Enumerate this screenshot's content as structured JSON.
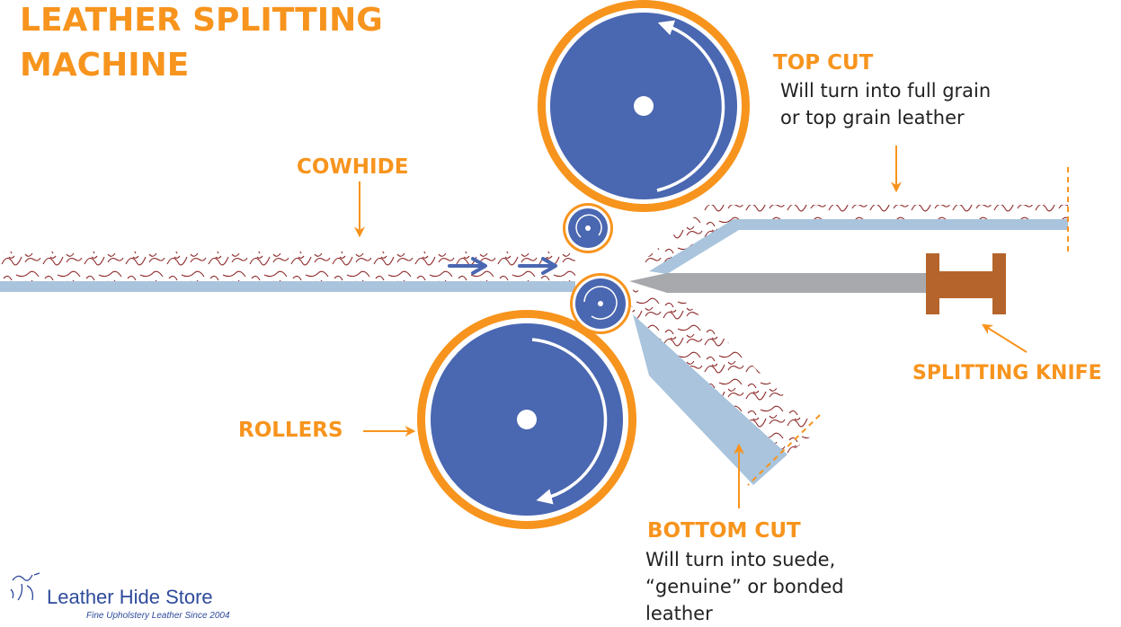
{
  "title": {
    "line1": "LEATHER SPLITTING",
    "line2": "MACHINE"
  },
  "labels": {
    "cowhide": "COWHIDE",
    "top_cut": "TOP CUT",
    "top_cut_desc_1": "Will turn into full grain",
    "top_cut_desc_2": "or top grain leather",
    "rollers": "ROLLERS",
    "splitting_knife": "SPLITTING KNIFE",
    "bottom_cut": "BOTTOM CUT",
    "bottom_cut_desc_1": "Will turn into suede,",
    "bottom_cut_desc_2": "“genuine” or bonded",
    "bottom_cut_desc_3": "leather"
  },
  "logo": {
    "name": "Leather Hide Store",
    "tagline": "Fine Upholstery Leather Since 2004"
  },
  "colors": {
    "accent_orange": "#f7941d",
    "roller_blue": "#4a67b1",
    "light_blue": "#a9c4dc",
    "hide_texture": "#8e2a2a",
    "knife_gray": "#a7a9ac",
    "knife_handle": "#b5652b",
    "logo_blue": "#2e4b9b"
  }
}
